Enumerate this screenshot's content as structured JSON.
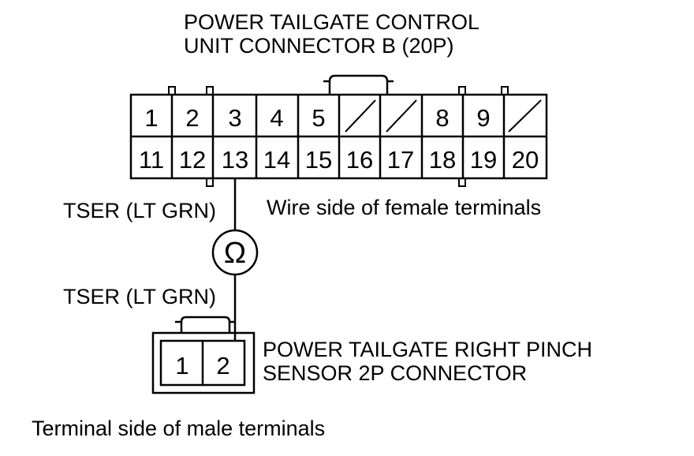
{
  "ecu_connector": {
    "title_line1": "POWER TAILGATE CONTROL",
    "title_line2": "UNIT CONNECTOR B (20P)",
    "row1": [
      "1",
      "2",
      "3",
      "4",
      "5",
      "",
      "",
      "8",
      "9",
      ""
    ],
    "row2": [
      "11",
      "12",
      "13",
      "14",
      "15",
      "16",
      "17",
      "18",
      "19",
      "20"
    ],
    "side_note": "Wire side of female terminals"
  },
  "wire": {
    "label_top": "TSER (LT GRN)",
    "label_bottom": "TSER (LT GRN)"
  },
  "meter": {
    "symbol": "Ω"
  },
  "sensor_connector": {
    "title_line1": "POWER TAILGATE RIGHT PINCH",
    "title_line2": "SENSOR 2P CONNECTOR",
    "pins": [
      "1",
      "2"
    ],
    "side_note": "Terminal side of male terminals"
  }
}
